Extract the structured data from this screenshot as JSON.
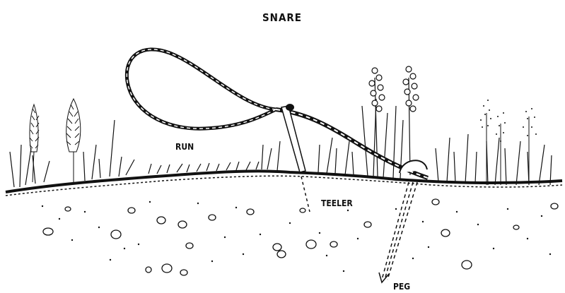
{
  "title": "SNARE",
  "labels": {
    "run": "RUN",
    "teeler": "TEELER",
    "peg": "PEG"
  },
  "colors": {
    "ink": "#111111",
    "background": "#ffffff"
  }
}
